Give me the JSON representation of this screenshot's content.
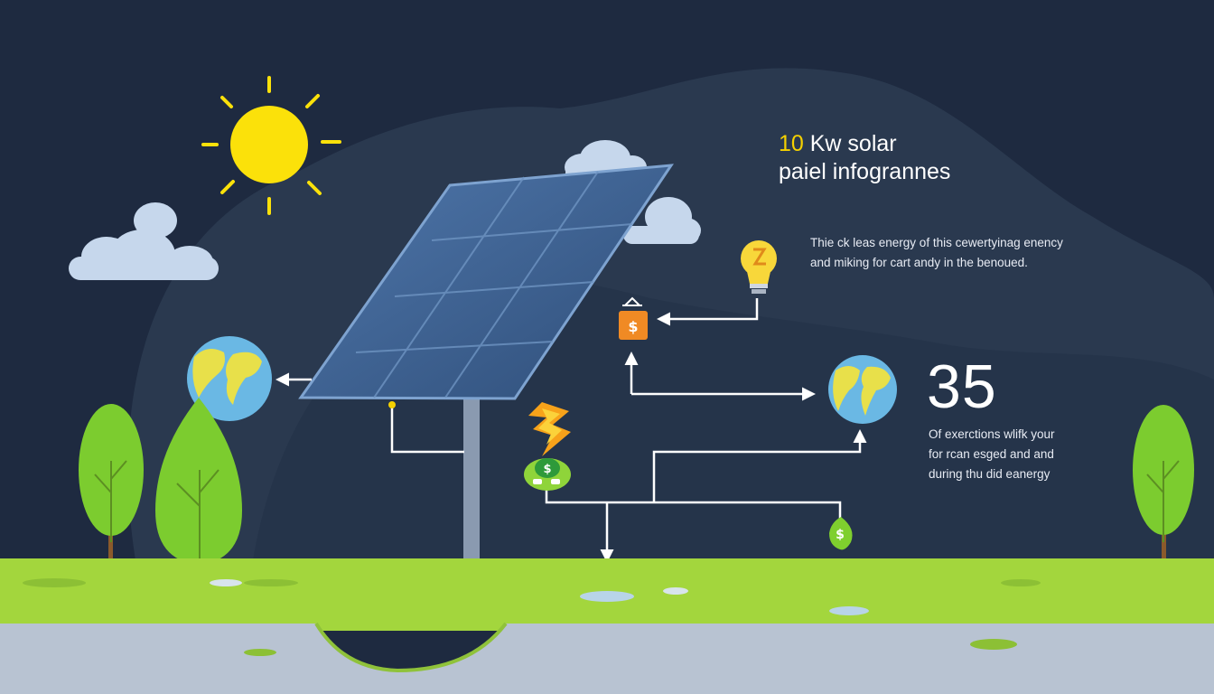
{
  "title": {
    "highlight": "10",
    "line1_rest": " Kw solar",
    "line2": "paiel infogrannes"
  },
  "description": {
    "line1": "Thie ck leas  energy of this cewertyinag enency",
    "line2": "and miking for cart andy in the benoued."
  },
  "stat": {
    "value": "35",
    "line1": "Of exerctions wlifk your",
    "line2": "for rcan esged and and",
    "line3": "during thu did eanergy"
  },
  "icons": {
    "sun": "sun-icon",
    "panel": "solar-panel-icon",
    "globe_left": "globe-icon",
    "globe_right": "globe-icon",
    "bulb": "light-bulb-icon",
    "bag": "money-bag-icon",
    "bolt": "lightning-bolt-icon",
    "coins": "money-icon",
    "leaf": "dollar-leaf-icon"
  },
  "symbols": {
    "dollar": "$"
  },
  "colors": {
    "background": "#1e2a40",
    "hill": "#2b3b52",
    "accent_yellow": "#f5d100",
    "grass": "#a3d63d",
    "ground": "#b8c3d2",
    "panel_blue": "#3d5f8f",
    "tree_green": "#7ccc2f"
  }
}
